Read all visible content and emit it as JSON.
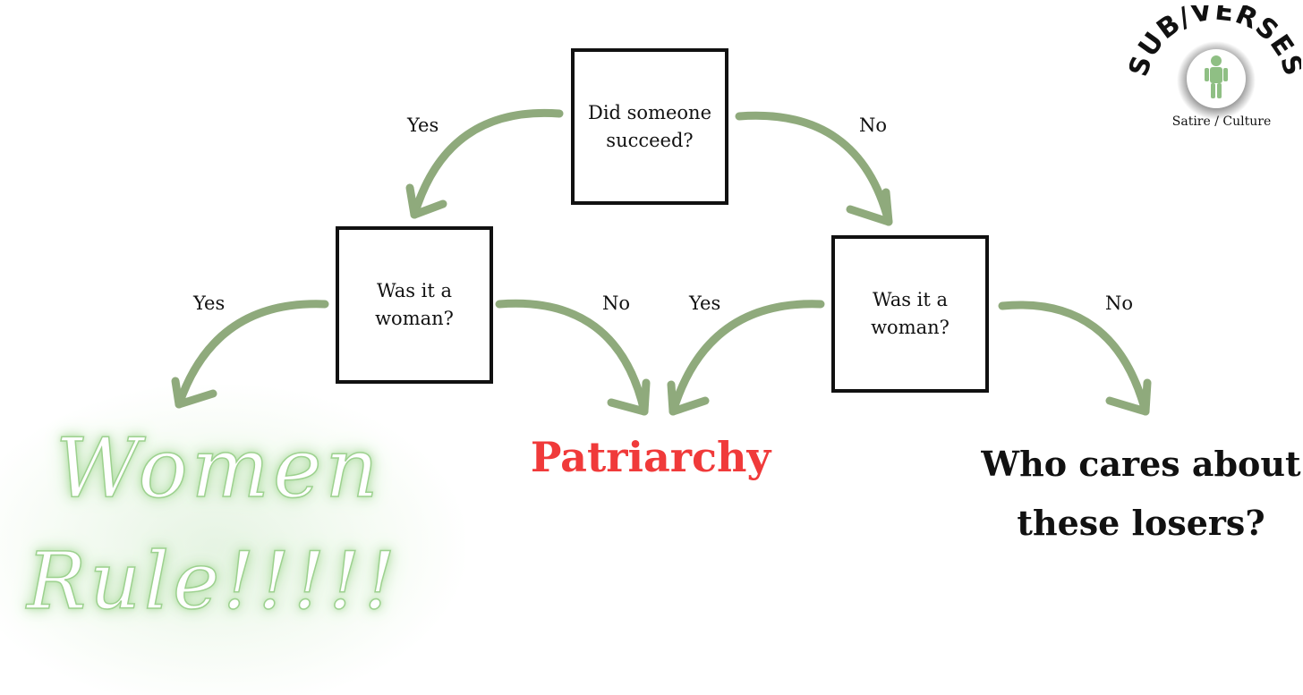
{
  "colors": {
    "arrow": "#8faa7c",
    "box_border": "#111111",
    "patriarchy": "#f03a3a",
    "text": "#111111",
    "neon_stroke": "#9dd18f"
  },
  "diagram": {
    "nodes": {
      "root": {
        "text": "Did someone\nsucceed?"
      },
      "left": {
        "text": "Was it a\nwoman?"
      },
      "right": {
        "text": "Was it a\nwoman?"
      }
    },
    "edge_labels": {
      "root_yes": "Yes",
      "root_no": "No",
      "left_yes": "Yes",
      "left_no": "No",
      "right_yes": "Yes",
      "right_no": "No"
    },
    "outcomes": {
      "patriarchy": "Patriarchy",
      "losers_line1": "Who cares about",
      "losers_line2": "these losers?",
      "women_rule_line1": "Women",
      "women_rule_line2": "Rule!!!!!"
    }
  },
  "logo": {
    "title": "SUB/VERSES",
    "subtitle": "Satire / Culture",
    "icon": "person-icon"
  }
}
